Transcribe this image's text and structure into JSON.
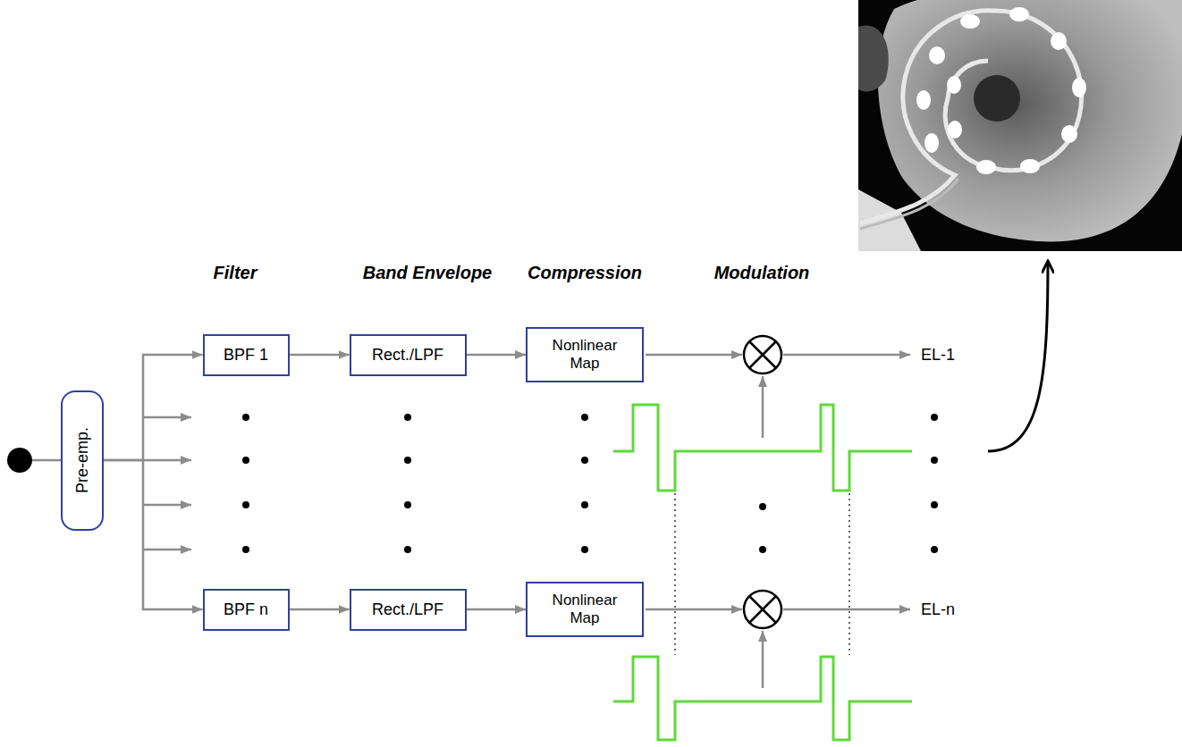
{
  "diagram": {
    "nodes": [
      {
        "text": [
          "Pre-emp."
        ]
      },
      {
        "text": [
          "BPF 1"
        ]
      },
      {
        "text": [
          "Rect./LPF"
        ]
      },
      {
        "text": [
          "Nonlinear Map"
        ]
      },
      {
        "text": [
          "BPF n"
        ]
      },
      {
        "text": [
          "Rect./LPF"
        ]
      },
      {
        "text": [
          "Nonlinear Map"
        ]
      }
    ],
    "edges": [
      {
        "from": 0,
        "to": 1,
        "arrow": "to"
      },
      {
        "from": 0,
        "to": 4,
        "arrow": "to"
      },
      {
        "from": 1,
        "to": 2,
        "arrow": "to"
      },
      {
        "from": 2,
        "to": 3,
        "arrow": "to"
      },
      {
        "from": 4,
        "to": 5,
        "arrow": "to"
      },
      {
        "from": 5,
        "to": 6,
        "arrow": "to"
      }
    ],
    "labels": [
      "Filter",
      "Band Envelope",
      "Compression",
      "Modulation",
      "EL-1",
      "EL-n"
    ]
  }
}
